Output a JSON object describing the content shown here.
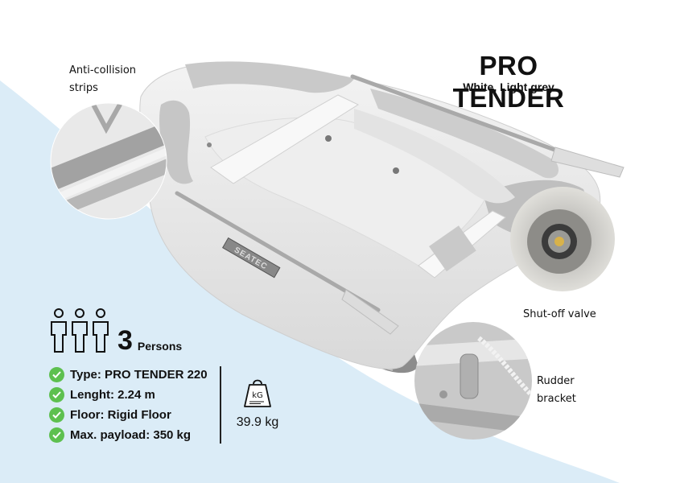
{
  "product": {
    "title": "PRO TENDER",
    "colors": "White, Light grey",
    "brand_mark": "SEATEC"
  },
  "callouts": [
    {
      "label": "Anti-collision strips",
      "line1": "Anti-collision",
      "line2": "strips"
    },
    {
      "label": "Shut-off valve",
      "line1": "Shut-off valve"
    },
    {
      "label": "Rudder bracket",
      "line1": "Rudder",
      "line2": "bracket"
    }
  ],
  "capacity": {
    "icon": "three-persons-icon",
    "count": "3",
    "unit": "Persons"
  },
  "specs": [
    {
      "icon": "check-icon",
      "text": "Type: PRO TENDER 220"
    },
    {
      "icon": "check-icon",
      "text": "Lenght: 2.24 m"
    },
    {
      "icon": "check-icon",
      "text": "Floor: Rigid Floor"
    },
    {
      "icon": "check-icon",
      "text": "Max. payload: 350 kg"
    }
  ],
  "weight": {
    "icon": "kg-weight-icon",
    "icon_text": "kG",
    "value": "39.9 kg"
  },
  "theme": {
    "background_blue": "#dbecf7",
    "check_green": "#5dc04f",
    "text": "#111111"
  }
}
